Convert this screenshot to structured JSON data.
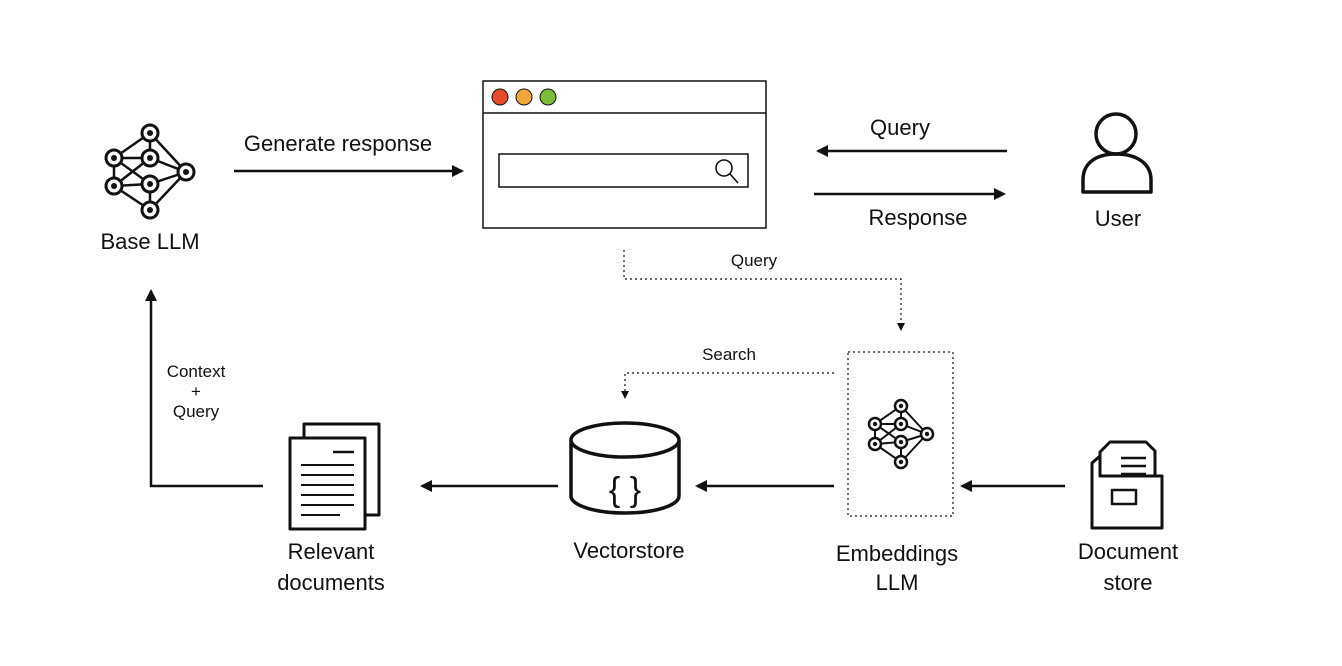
{
  "nodes": {
    "base_llm": "Base LLM",
    "user": "User",
    "relevant_documents": [
      "Relevant",
      "documents"
    ],
    "vectorstore": "Vectorstore",
    "embeddings_llm": [
      "Embeddings",
      "LLM"
    ],
    "document_store": [
      "Document",
      "store"
    ]
  },
  "edges": {
    "generate_response": "Generate response",
    "query_user": "Query",
    "response_user": "Response",
    "query_embed": "Query",
    "search": "Search",
    "context_query": [
      "Context",
      "+",
      "Query"
    ]
  },
  "vectorstore_glyph": "{ }",
  "colors": {
    "stroke": "#111111",
    "dot_red": "#e34b2a",
    "dot_orange": "#f0a63c",
    "dot_green": "#7dbb3a"
  }
}
